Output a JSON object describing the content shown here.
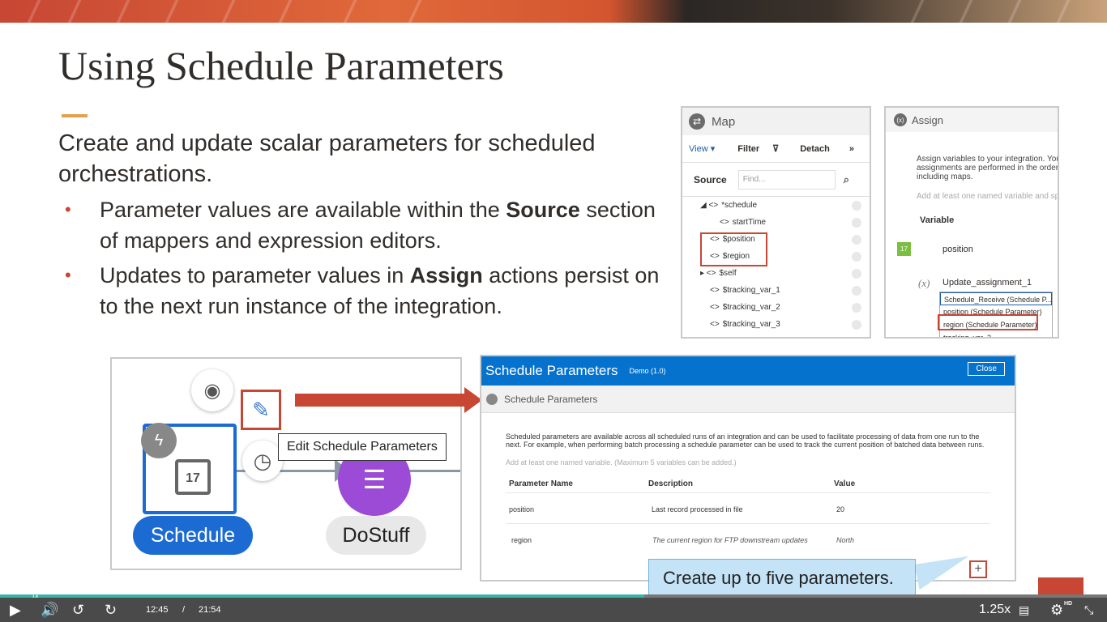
{
  "slide": {
    "title": "Using Schedule Parameters",
    "lead": "Create and update scalar parameters for scheduled orchestrations.",
    "bullets": [
      {
        "pre": "Parameter values are available within the ",
        "bold": "Source",
        "post": " section of mappers and expression editors."
      },
      {
        "pre": "Updates to parameter values in ",
        "bold": "Assign",
        "post": " actions persist on to the next run instance of the integration."
      }
    ],
    "bullet_char": "•"
  },
  "map_panel": {
    "title": "Map",
    "tools": [
      "View ▾",
      "Filter",
      "Detach",
      "»"
    ],
    "source_label": "Source",
    "find_placeholder": "Find...",
    "tree": [
      {
        "indent": 1,
        "prefix": "◢ <>",
        "label": "*schedule"
      },
      {
        "indent": 3,
        "prefix": "<>",
        "label": "startTime"
      },
      {
        "indent": 2,
        "prefix": "<>",
        "label": "$position"
      },
      {
        "indent": 2,
        "prefix": "<>",
        "label": "$region"
      },
      {
        "indent": 1,
        "prefix": "▸ <>",
        "label": "$self"
      },
      {
        "indent": 2,
        "prefix": "<>",
        "label": "$tracking_var_1"
      },
      {
        "indent": 2,
        "prefix": "<>",
        "label": "$tracking_var_2"
      },
      {
        "indent": 2,
        "prefix": "<>",
        "label": "$tracking_var_3"
      }
    ]
  },
  "assign_panel": {
    "title": "Assign",
    "desc_lines": [
      "Assign variables to your integration. You",
      "assignments are performed in the order",
      "including maps."
    ],
    "hint": "Add at least one named variable and sp",
    "variable_header": "Variable",
    "calendar_day": "17",
    "var1": "position",
    "fx": "(x)",
    "var2": "Update_assignment_1",
    "dropdown": [
      "Schedule_Receive (Schedule P...",
      "position (Schedule Parameter)",
      "region (Schedule Parameter)",
      "tracking_var_2"
    ]
  },
  "canvas": {
    "tooltip": "Edit Schedule Parameters",
    "schedule_label": "Schedule",
    "dostuff_label": "DoStuff",
    "calendar_day": "17"
  },
  "dialog": {
    "title": "Schedule Parameters",
    "version": "Demo (1.0)",
    "close_label": "Close",
    "section_title": "Schedule Parameters",
    "description": "Scheduled parameters are available across all scheduled runs of an integration and can be used to facilitate processing of data from one run to the next. For example, when performing batch processing a schedule parameter can be used to track the current position of batched data between runs.",
    "note": "Add at least one named variable. (Maximum 5 variables can be added.)",
    "columns": [
      "Parameter Name",
      "Description",
      "Value"
    ],
    "rows": [
      {
        "name": "position",
        "description": "Last record processed in file",
        "value": "20"
      },
      {
        "name": "region",
        "description": "The current region for FTP downstream updates",
        "value": "North"
      }
    ],
    "add_label": "+"
  },
  "callout": "Create up to five parameters.",
  "player": {
    "current_time": "12:45",
    "separator": "/",
    "total_time": "21:54",
    "speed": "1.25x",
    "hd_badge": "HD",
    "progress_fraction": 0.582,
    "marker": "I4"
  }
}
